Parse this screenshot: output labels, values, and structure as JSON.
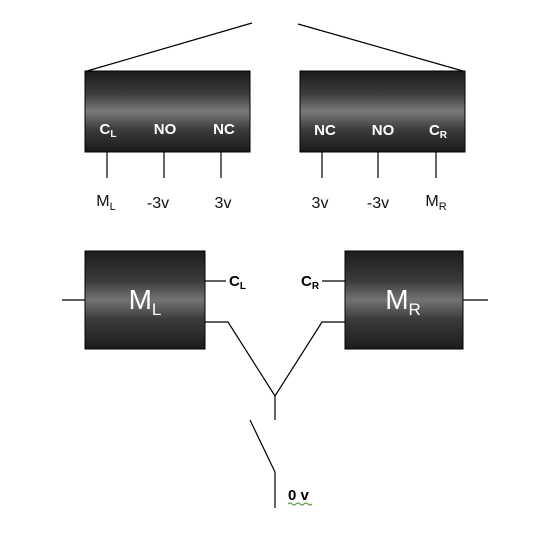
{
  "relay_left": {
    "pins": [
      {
        "main": "C",
        "sub": "L"
      },
      {
        "main": "NO",
        "sub": ""
      },
      {
        "main": "NC",
        "sub": ""
      }
    ],
    "labels": [
      {
        "main": "M",
        "sub": "L"
      },
      {
        "main": "-3v",
        "sub": ""
      },
      {
        "main": "3v",
        "sub": ""
      }
    ]
  },
  "relay_right": {
    "pins": [
      {
        "main": "NC",
        "sub": ""
      },
      {
        "main": "NO",
        "sub": ""
      },
      {
        "main": "C",
        "sub": "R"
      }
    ],
    "labels": [
      {
        "main": "3v",
        "sub": ""
      },
      {
        "main": "-3v",
        "sub": ""
      },
      {
        "main": "M",
        "sub": "R"
      }
    ]
  },
  "motor_left": {
    "name": {
      "main": "M",
      "sub": "L"
    },
    "terminal": {
      "main": "C",
      "sub": "L"
    }
  },
  "motor_right": {
    "name": {
      "main": "M",
      "sub": "R"
    },
    "terminal": {
      "main": "C",
      "sub": "R"
    }
  },
  "ground_label": "0 v",
  "colors": {
    "box_dark": "#1a1a1a",
    "box_mid": "#777777",
    "wire": "#000000"
  }
}
